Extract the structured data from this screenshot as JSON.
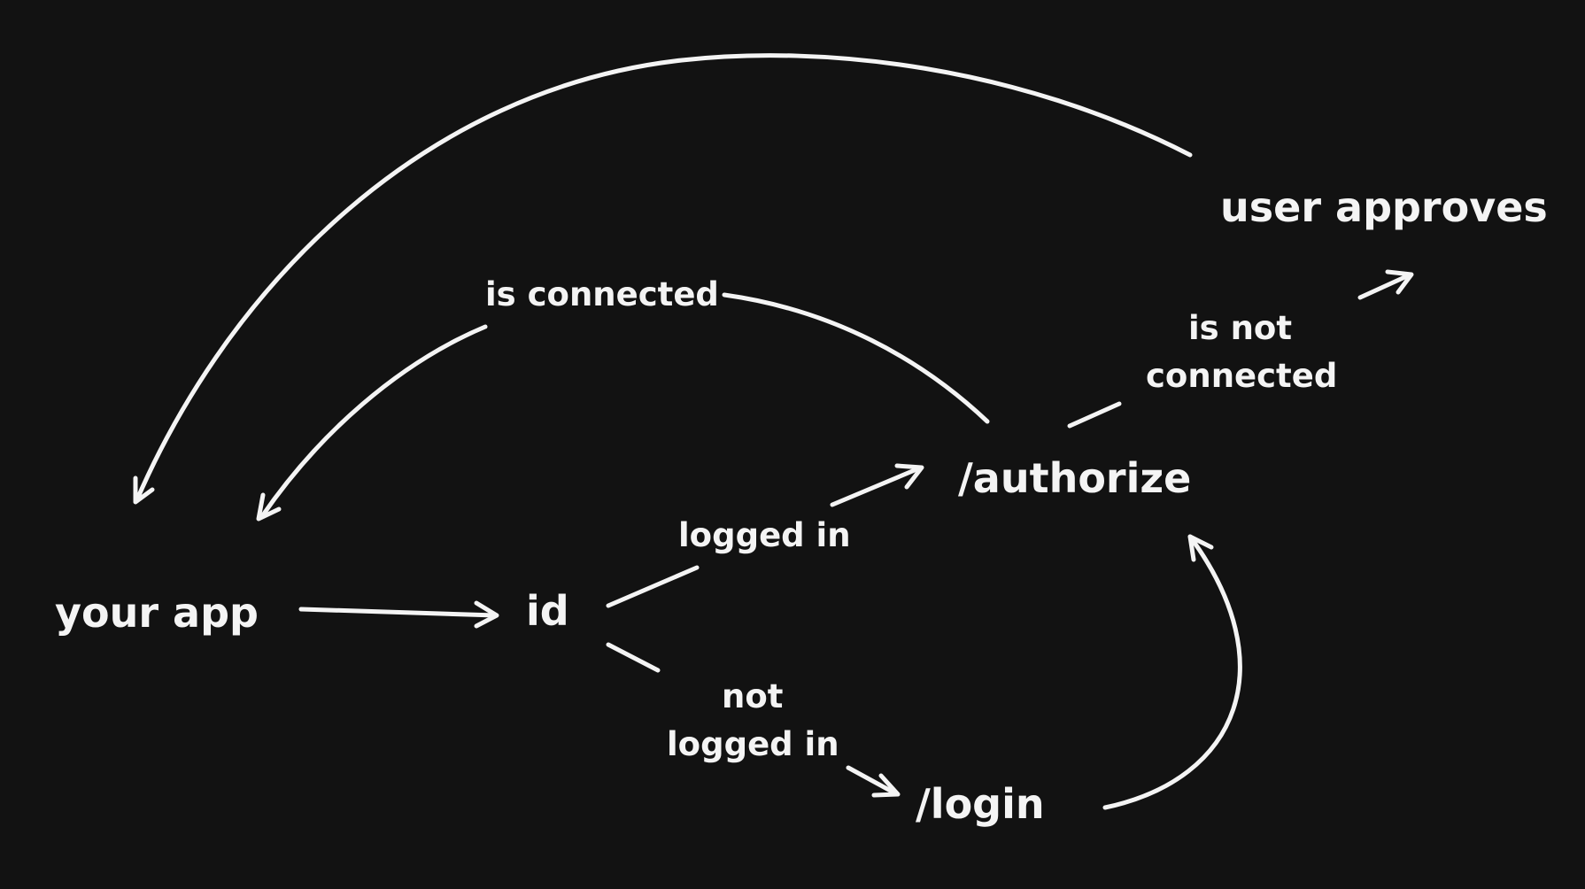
{
  "colors": {
    "background": "#121212",
    "stroke": "#f4f4f4"
  },
  "nodes": {
    "your_app": "your app",
    "id": "id",
    "authorize": "/authorize",
    "login": "/login",
    "user_approves": "user approves"
  },
  "edge_labels": {
    "is_connected": "is connected",
    "is_not_connected_line1": "is not",
    "is_not_connected_line2": "connected",
    "logged_in": "logged in",
    "not_logged_in_line1": "not",
    "not_logged_in_line2": "logged in"
  }
}
